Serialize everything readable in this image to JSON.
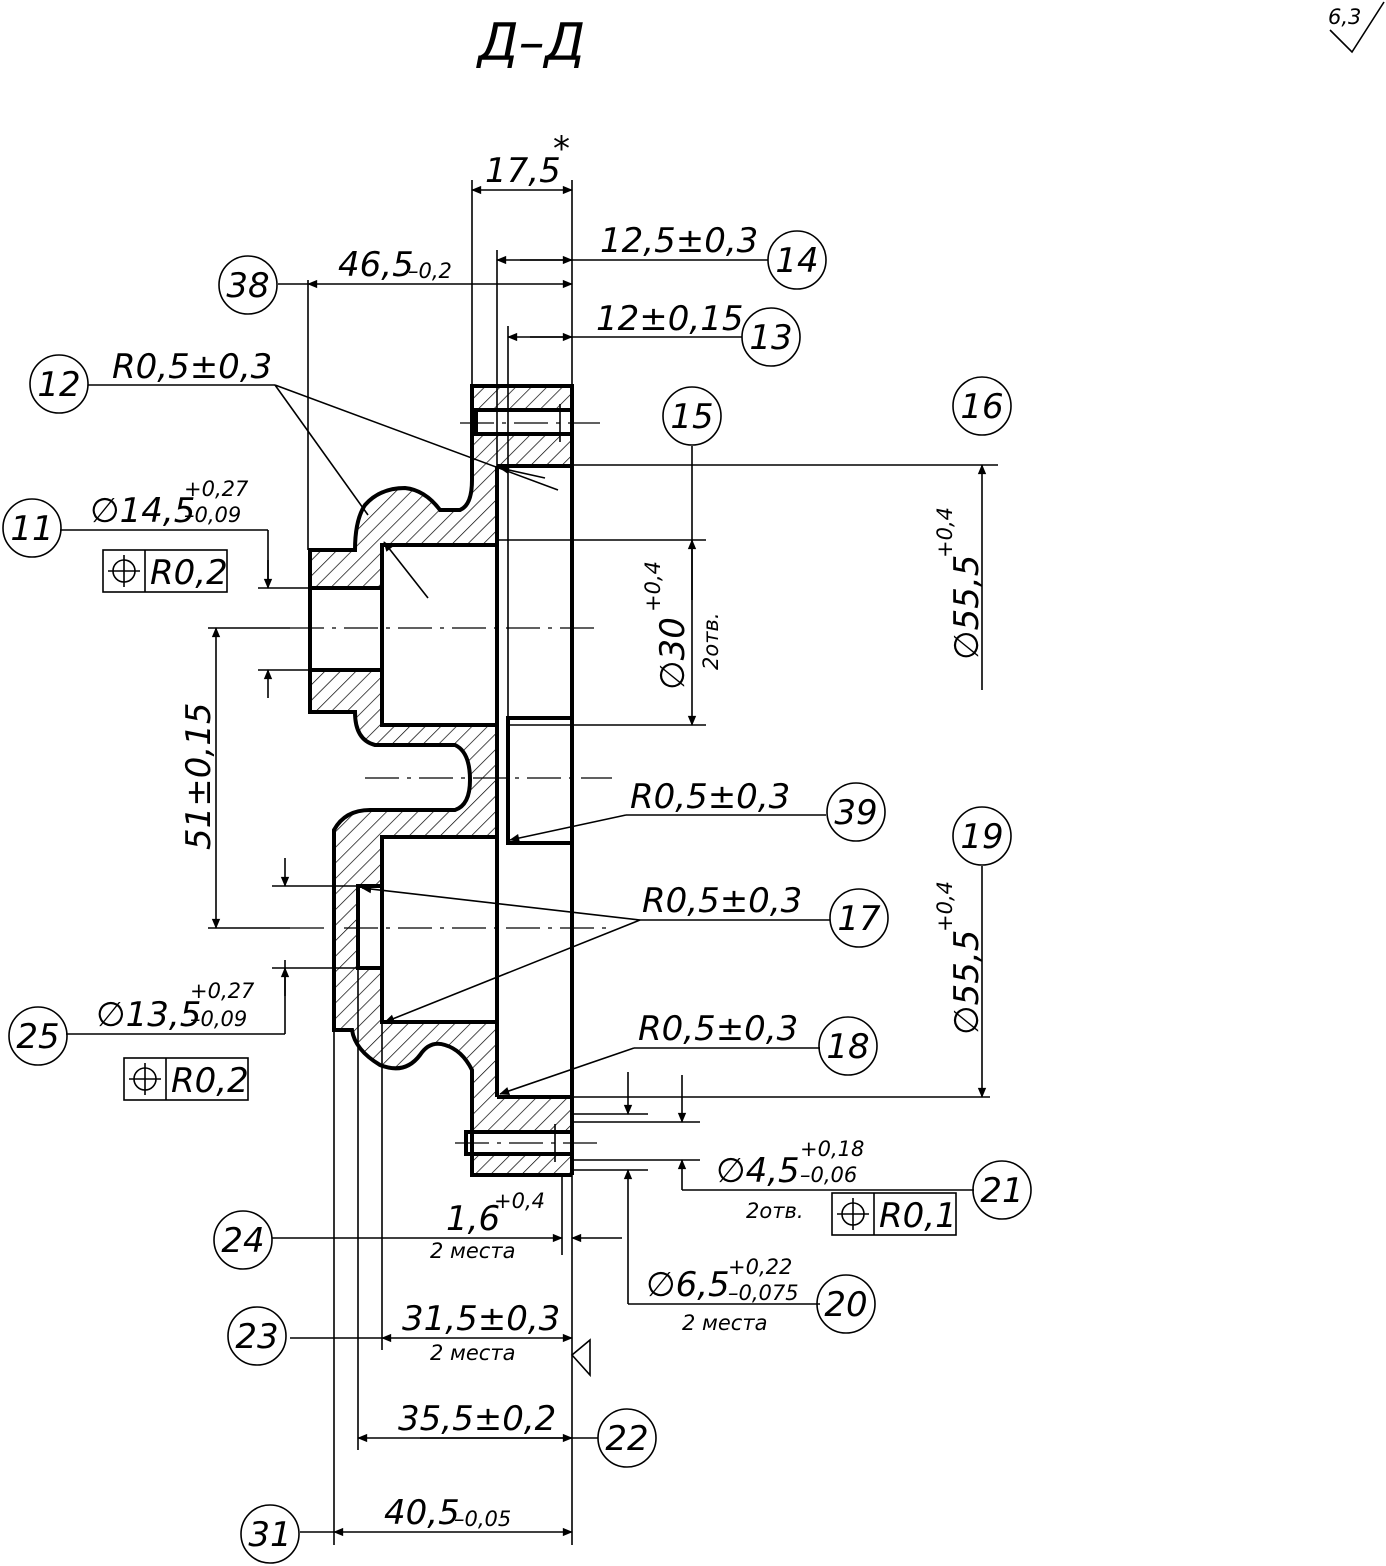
{
  "title": "Д–Д",
  "roughness": "6,3",
  "callouts": [
    {
      "id": "38",
      "label": "38",
      "text": "46,5",
      "tol": "–0,2"
    },
    {
      "id": "14",
      "label": "14",
      "text": "12,5±0,3"
    },
    {
      "id": "13",
      "label": "13",
      "text": "12±0,15"
    },
    {
      "id": "12",
      "label": "12",
      "text": "R0,5±0,3"
    },
    {
      "id": "15",
      "label": "15",
      "text": "∅30",
      "tol_upper": "+0,4",
      "note": "2отв."
    },
    {
      "id": "16",
      "label": "16",
      "text": "∅55,5",
      "tol_upper": "+0,4"
    },
    {
      "id": "11",
      "label": "11",
      "text": "∅14,5",
      "tol_upper": "+0,27",
      "tol_lower": "–0,09",
      "frame_value": "R0,2"
    },
    {
      "id": "39",
      "label": "39",
      "text": "R0,5±0,3"
    },
    {
      "id": "19",
      "label": "19",
      "text": "∅55,5",
      "tol_upper": "+0,4"
    },
    {
      "id": "17",
      "label": "17",
      "text": "R0,5±0,3"
    },
    {
      "id": "25",
      "label": "25",
      "text": "∅13,5",
      "tol_upper": "+0,27",
      "tol_lower": "–0,09",
      "frame_value": "R0,2"
    },
    {
      "id": "18",
      "label": "18",
      "text": "R0,5±0,3"
    },
    {
      "id": "21",
      "label": "21",
      "text": "∅4,5",
      "tol_upper": "+0,18",
      "tol_lower": "–0,06",
      "note": "2отв.",
      "frame_value": "R0,1"
    },
    {
      "id": "24",
      "label": "24",
      "text": "1,6",
      "tol_upper": "+0,4",
      "note": "2 места"
    },
    {
      "id": "20",
      "label": "20",
      "text": "∅6,5",
      "tol_upper": "+0,22",
      "tol_lower": "–0,075",
      "note": "2 места"
    },
    {
      "id": "23",
      "label": "23",
      "text": "31,5±0,3",
      "note": "2 места"
    },
    {
      "id": "22",
      "label": "22",
      "text": "35,5±0,2"
    },
    {
      "id": "31",
      "label": "31",
      "text": "40,5",
      "tol": "–0,05"
    }
  ],
  "dim_top": {
    "text": "17,5",
    "mark": "*"
  },
  "dim_vertical_left": {
    "text": "51±0,15"
  }
}
